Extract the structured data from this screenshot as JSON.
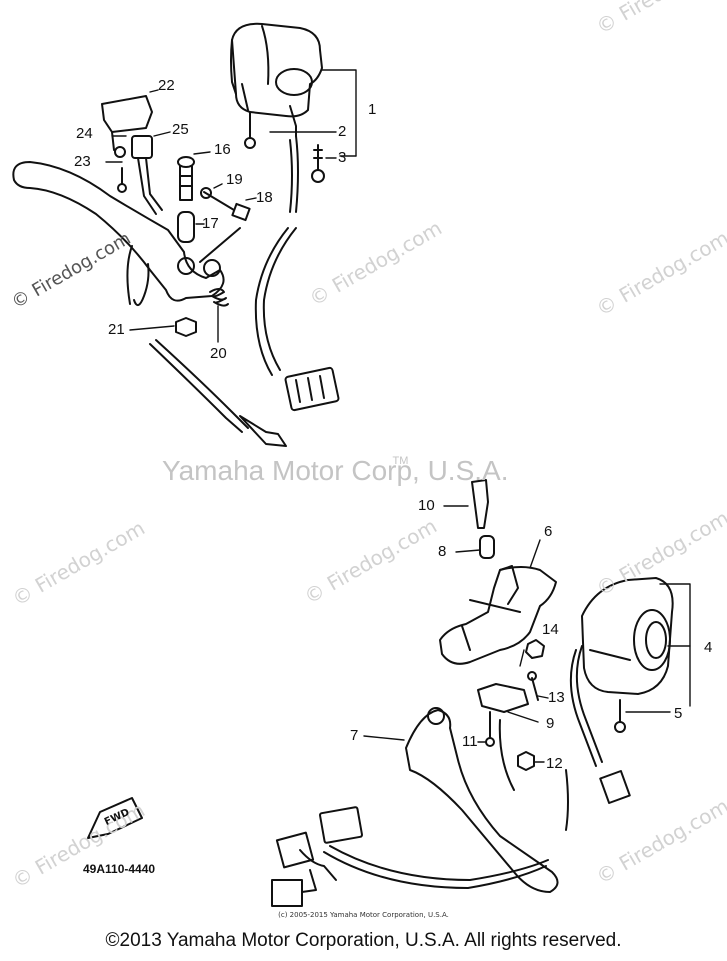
{
  "watermark": {
    "site": "© Firedog.com",
    "center": "Yamaha Motor Corp, U.S.A.",
    "trademark": "TM"
  },
  "diagram": {
    "part_code": "49A110-4440",
    "fwd_label": "FWD",
    "small_copyright": "(c) 2005-2015 Yamaha Motor Corporation, U.S.A.",
    "parts": [
      "1",
      "2",
      "3",
      "4",
      "5",
      "6",
      "7",
      "8",
      "9",
      "10",
      "11",
      "12",
      "13",
      "14",
      "16",
      "17",
      "18",
      "19",
      "20",
      "21",
      "22",
      "23",
      "24",
      "25"
    ]
  },
  "footer": {
    "copyright": "©2013 Yamaha Motor Corporation, U.S.A. All rights reserved."
  }
}
